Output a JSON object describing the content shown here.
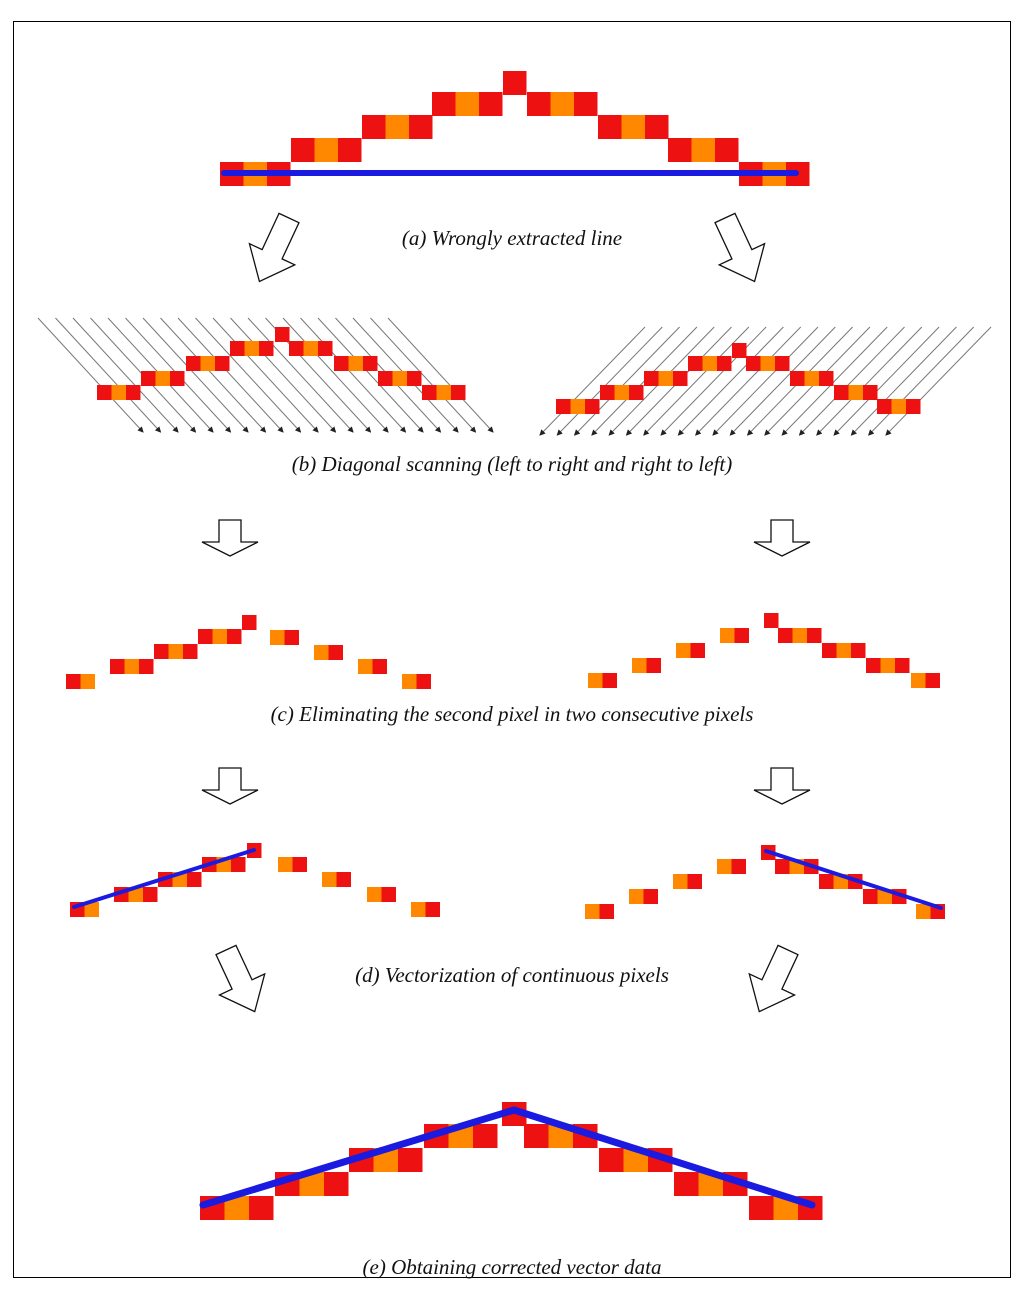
{
  "captions": {
    "a": "(a) Wrongly extracted line",
    "b": "(b) Diagonal scanning (left to right and right to left)",
    "c": "(c) Eliminating the second pixel in two consecutive pixels",
    "d": "(d) Vectorization of continuous pixels",
    "e": "(e)  Obtaining corrected vector data"
  },
  "colors": {
    "pixel_red": "#ee1111",
    "pixel_orange": "#ff8800",
    "vector_line": "#1a1ae0",
    "scan_line": "#777777",
    "frame": "#000000"
  }
}
